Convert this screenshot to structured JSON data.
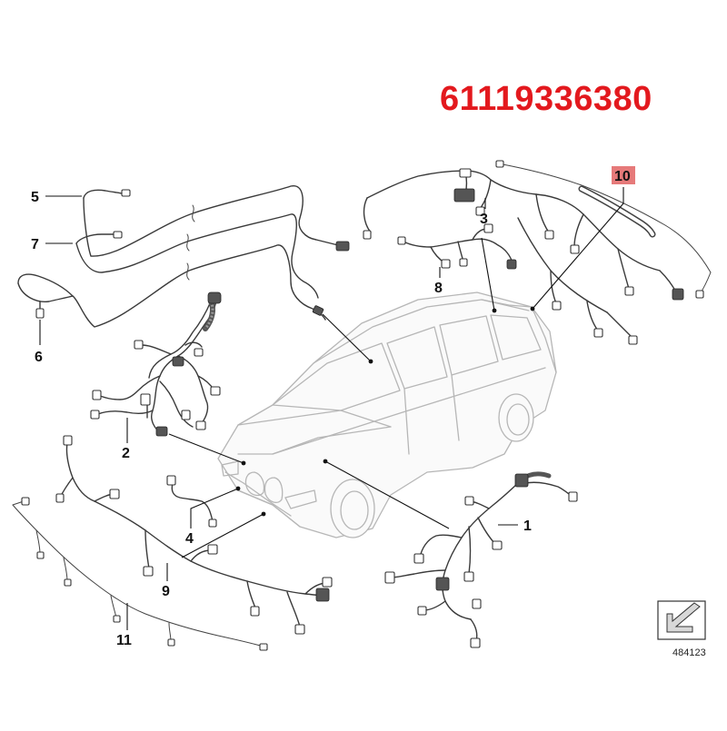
{
  "header": {
    "part_number": "61119336380"
  },
  "callouts": [
    {
      "id": "1",
      "label": "1"
    },
    {
      "id": "2",
      "label": "2"
    },
    {
      "id": "3",
      "label": "3"
    },
    {
      "id": "4",
      "label": "4"
    },
    {
      "id": "5",
      "label": "5"
    },
    {
      "id": "6",
      "label": "6"
    },
    {
      "id": "7",
      "label": "7"
    },
    {
      "id": "8",
      "label": "8"
    },
    {
      "id": "9",
      "label": "9"
    },
    {
      "id": "10",
      "label": "10",
      "highlight_color": "#e67a7a"
    },
    {
      "id": "11",
      "label": "11"
    }
  ],
  "reference": {
    "number": "484123"
  },
  "colors": {
    "part_number": "#e3191e",
    "highlight": "#e67a7a",
    "car_outline": "#b6b6b6"
  }
}
